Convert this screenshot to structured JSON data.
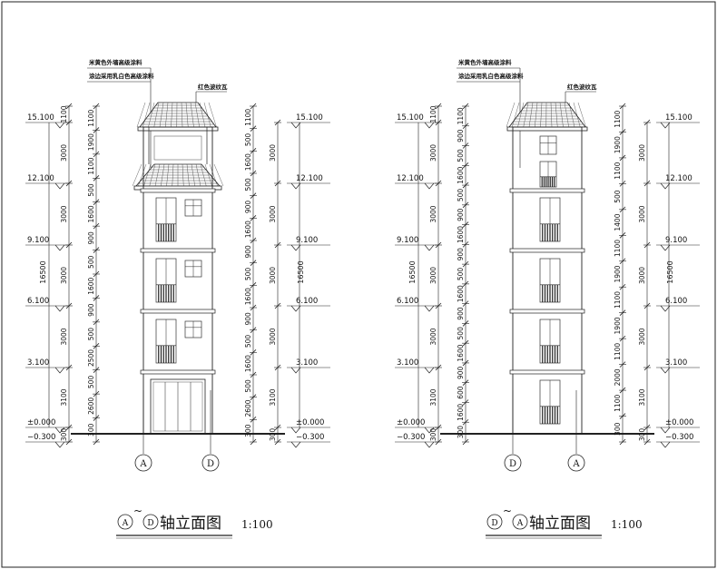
{
  "elevations": [
    {
      "id": "left",
      "from_axis": "A",
      "to_axis": "D",
      "title_sep": "~",
      "title_text": "轴立面图",
      "scale": "1:100",
      "note_top": "米黄色外墙高级涂料",
      "note_second": "涂边采用乳白色高级涂料",
      "note_roof": "红色波纹瓦",
      "level_labels": [
        "15.100",
        "12.100",
        "9.100",
        "6.100",
        "3.100",
        "±0.000",
        "−0.300"
      ],
      "total_height": "16500",
      "left_storey_dims": [
        "1100",
        "3000",
        "3000",
        "3000",
        "3000",
        "3100",
        "300"
      ],
      "left_detail_dims": [
        "1100",
        "1900",
        "1100",
        "500",
        "1600",
        "900",
        "500",
        "1600",
        "900",
        "500",
        "2500",
        "500",
        "2600",
        "300"
      ],
      "right_detail_dims": [
        "1100",
        "500",
        "1600",
        "500",
        "900",
        "1600",
        "900",
        "500",
        "1600",
        "900",
        "500",
        "1600",
        "500",
        "2600",
        "300"
      ],
      "right_storey_dims": [
        "3000",
        "3000",
        "3000",
        "3000",
        "3100",
        "300"
      ],
      "right_total": "16500"
    },
    {
      "id": "right",
      "from_axis": "D",
      "to_axis": "A",
      "title_sep": "~",
      "title_text": "轴立面图",
      "scale": "1:100",
      "note_top": "米黄色外墙高级涂料",
      "note_second": "涂边采用乳白色高级涂料",
      "note_roof": "红色波纹瓦",
      "level_labels": [
        "15.100",
        "12.100",
        "9.100",
        "6.100",
        "3.100",
        "±0.000",
        "−0.300"
      ],
      "total_height": "16500",
      "left_storey_dims": [
        "1100",
        "3000",
        "3000",
        "3000",
        "3000",
        "3100",
        "300"
      ],
      "left_detail_dims": [
        "1100",
        "900",
        "500",
        "1600",
        "500",
        "900",
        "1600",
        "900",
        "500",
        "1600",
        "900",
        "500",
        "1600",
        "900",
        "600",
        "1600",
        "300"
      ],
      "right_detail_dims": [
        "1100",
        "1900",
        "1100",
        "500",
        "1400",
        "1100",
        "1900",
        "1100",
        "1900",
        "1100",
        "2000",
        "1100",
        "300"
      ],
      "right_storey_dims": [
        "3000",
        "3000",
        "3000",
        "3000",
        "3100",
        "300"
      ],
      "right_total": "16500"
    }
  ]
}
